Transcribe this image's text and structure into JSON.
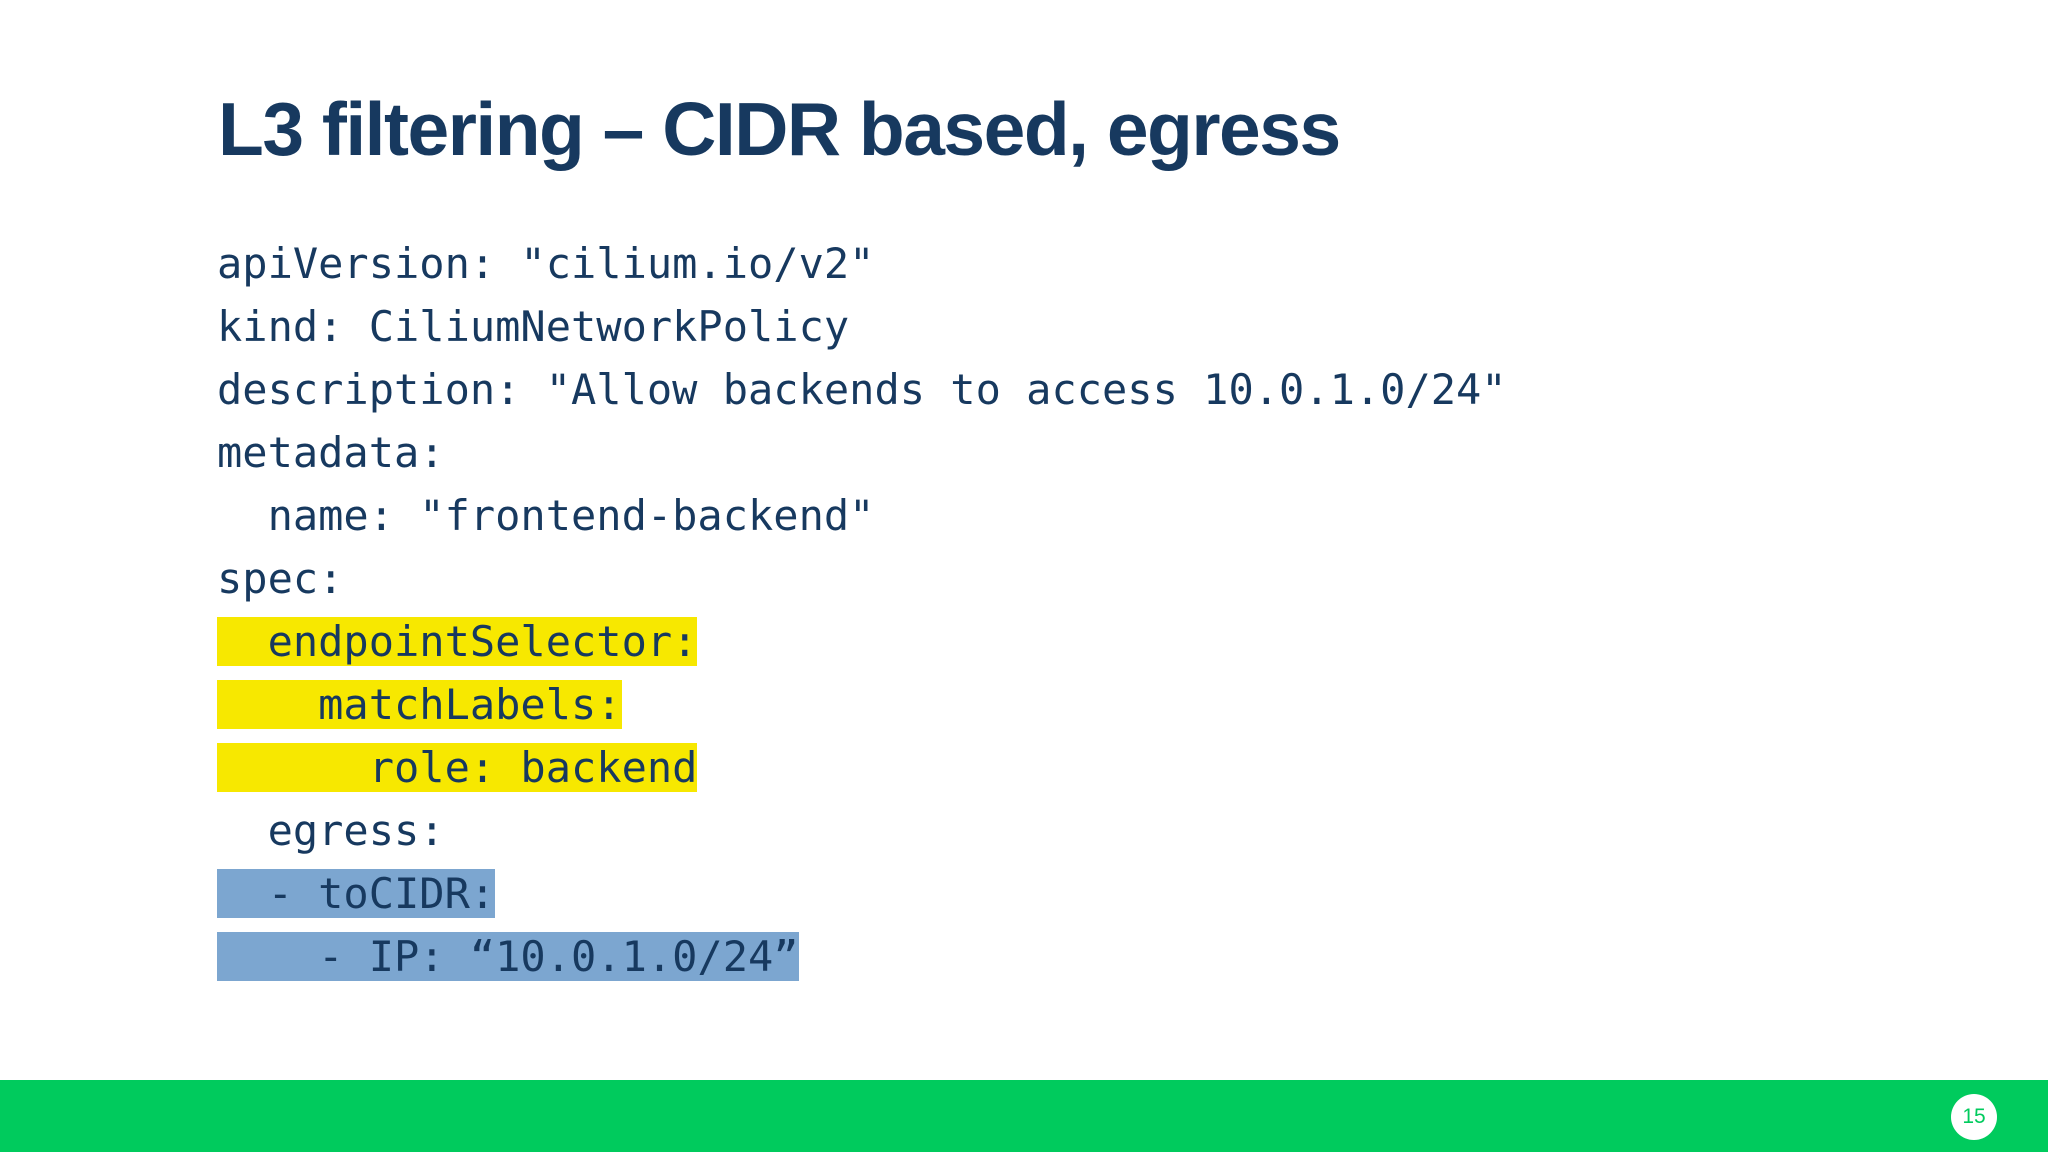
{
  "slide": {
    "title": "L3 filtering – CIDR based, egress",
    "page_number": "15"
  },
  "code": {
    "language": "yaml",
    "lines": [
      {
        "text": "apiVersion: \"cilium.io/v2\"",
        "highlight": "none"
      },
      {
        "text": "kind: CiliumNetworkPolicy",
        "highlight": "none"
      },
      {
        "text": "description: \"Allow backends to access 10.0.1.0/24\"",
        "highlight": "none"
      },
      {
        "text": "metadata:",
        "highlight": "none"
      },
      {
        "text": "  name: \"frontend-backend\"",
        "highlight": "none"
      },
      {
        "text": "spec:",
        "highlight": "none"
      },
      {
        "text": "  endpointSelector:",
        "highlight": "yellow"
      },
      {
        "text": "    matchLabels:",
        "highlight": "yellow"
      },
      {
        "text": "      role: backend",
        "highlight": "yellow"
      },
      {
        "text": "  egress:",
        "highlight": "none"
      },
      {
        "text": "  - toCIDR:",
        "highlight": "blue"
      },
      {
        "text": "    - IP: “10.0.1.0/24”",
        "highlight": "blue"
      }
    ]
  },
  "colors": {
    "navy_text": "#17395F",
    "yellow_highlight": "#F7E800",
    "blue_highlight": "#7CA6D0",
    "footer_green": "#00CB5D",
    "background": "#FFFFFF"
  }
}
